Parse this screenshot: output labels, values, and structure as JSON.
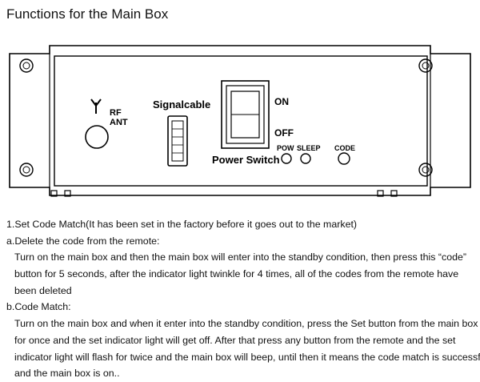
{
  "title": "Functions for the Main Box",
  "diagram": {
    "antenna_label_1": "RF",
    "antenna_label_2": "ANT",
    "signal_cable_label": "Signalcable",
    "on_label": "ON",
    "off_label": "OFF",
    "pow_label": "POW",
    "sleep_label": "SLEEP",
    "code_label": "CODE",
    "power_switch_label": "Power Switch"
  },
  "text": {
    "l1": "1.Set Code Match(It has been set in the factory before it goes out to the market)",
    "l2": "a.Delete the code from the remote:",
    "l3": "Turn on the main box and then the main box will enter into the standby condition, then press this “code”",
    "l4": "button for 5 seconds, after the indicator light twinkle for 4 times, all of the codes from the remote have",
    "l5": "been deleted",
    "l6": "b.Code Match:",
    "l7": "Turn on the main box and when it enter into the standby condition, press the Set button from the main box",
    "l8": "for once and the set indicator light will get off. After that press any button from the remote and the set",
    "l9": "indicator light will flash for twice and the main box will beep, until then it means the code match is successful",
    "l10": "and the main box is on.."
  }
}
